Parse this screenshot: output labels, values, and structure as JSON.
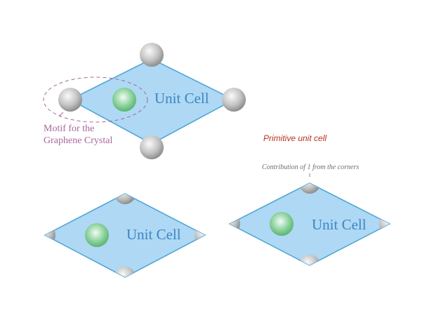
{
  "diagram": {
    "top_cell": {
      "label": "Unit Cell",
      "motif_label_line1": "Motif for the",
      "motif_label_line2": "Graphene Crystal"
    },
    "bottom_left_cell": {
      "label": "Unit Cell"
    },
    "bottom_right_cell": {
      "label": "Unit Cell",
      "heading": "Primitive unit cell",
      "note": "Contribution of 1 from the corners"
    },
    "colors": {
      "cell_fill": "#aed8f3",
      "cell_stroke": "#4aa3d6",
      "label_blue": "#3d85c6",
      "motif_pink": "#a8679c",
      "heading_red": "#b5341c",
      "atom_green": "#8fd3a0",
      "atom_gray": "#bdbdbd"
    }
  }
}
